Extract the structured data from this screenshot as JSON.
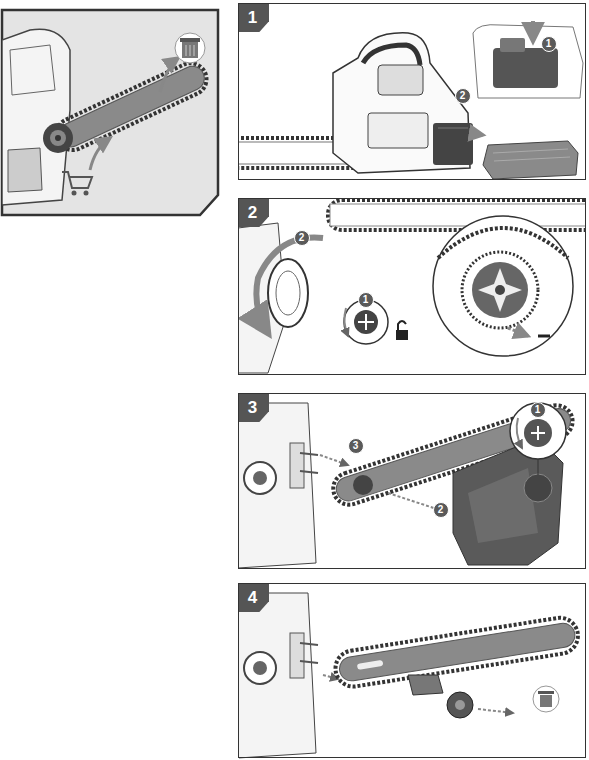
{
  "diagram": {
    "nodes": [
      {
        "text": [
          "1"
        ]
      },
      {
        "text": [
          "1"
        ],
        "in": 0
      },
      {
        "text": [
          "2"
        ],
        "in": 0
      },
      {
        "text": [
          "2"
        ]
      },
      {
        "text": [
          "2"
        ],
        "in": 3
      },
      {
        "text": [
          "1"
        ],
        "in": 3
      },
      {
        "text": [
          "3"
        ]
      },
      {
        "text": [
          "1"
        ],
        "in": 6
      },
      {
        "text": [
          "3"
        ],
        "in": 6
      },
      {
        "text": [
          "2"
        ],
        "in": 6
      },
      {
        "text": [
          "4"
        ]
      }
    ]
  }
}
